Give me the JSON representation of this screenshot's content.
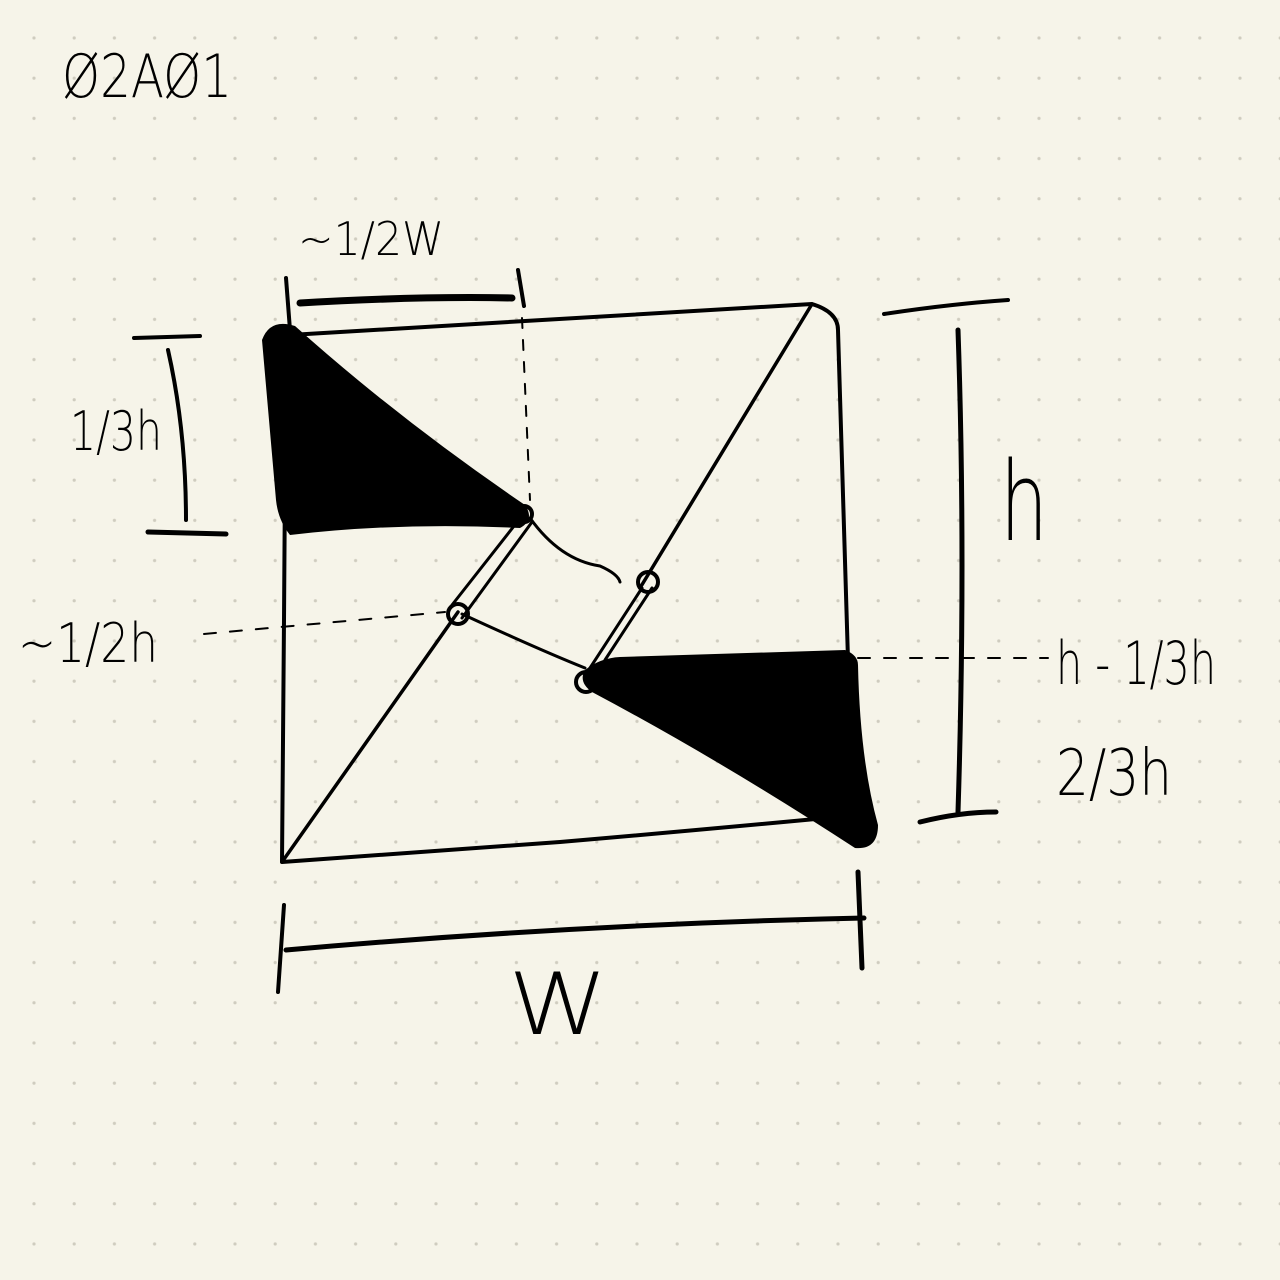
{
  "page": {
    "background": "#f6f4e9",
    "dot_color": "#cfccbf",
    "ink_color": "#000000"
  },
  "diagram": {
    "title": "Ø2AØ1",
    "labels": {
      "half_w": "~1/2W",
      "third_h": "1/3h",
      "half_h": "~1/2h",
      "h": "h",
      "h_minus_third": "h - 1/3h",
      "two_thirds_h": "2/3h",
      "w": "W"
    }
  }
}
